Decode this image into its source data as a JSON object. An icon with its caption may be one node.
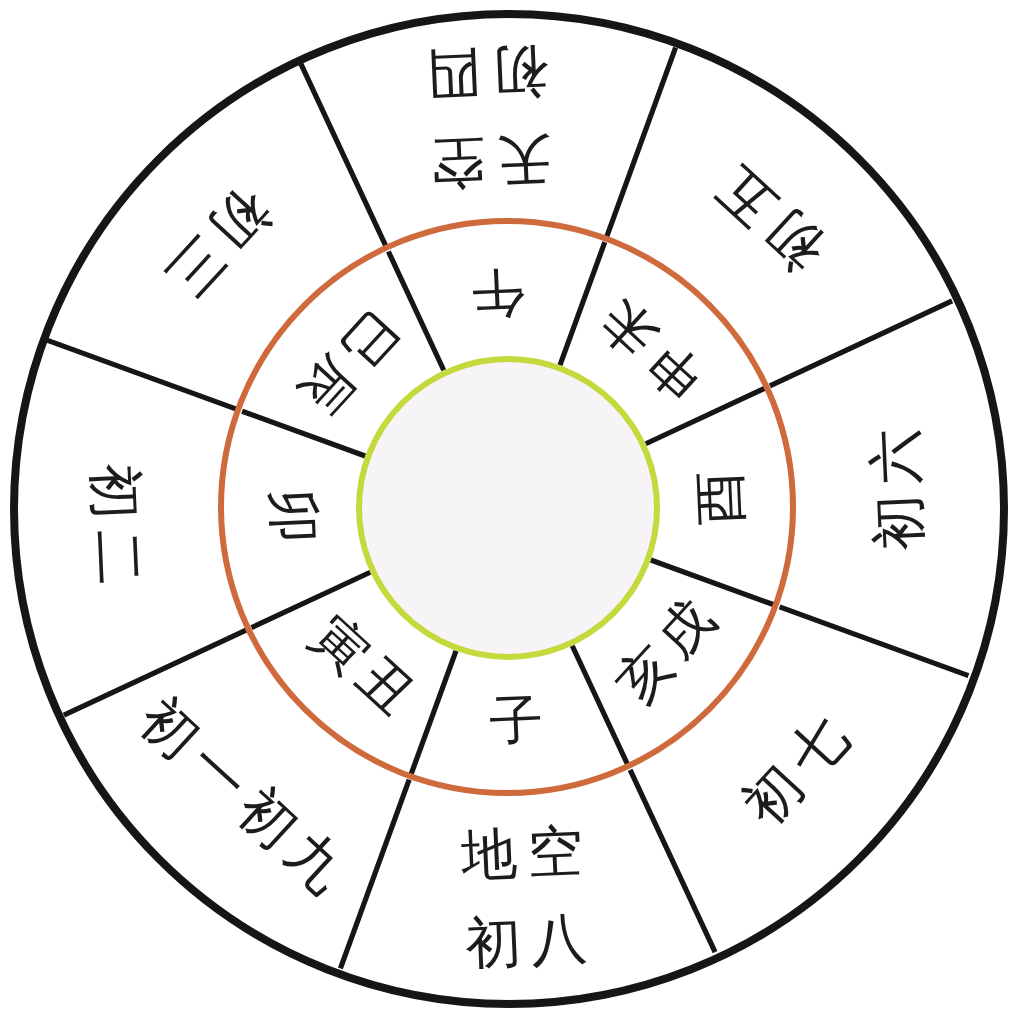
{
  "diagram": {
    "nodes": [
      {
        "text": [
          "天空",
          "初四",
          "初五",
          "初六",
          "初七",
          "地空",
          "初八",
          "初一初九",
          "初二",
          "初三"
        ]
      },
      {
        "text": [
          "午",
          "申未",
          "酉",
          "亥戌",
          "子",
          "寅丑",
          "卯",
          "巳辰"
        ],
        "in": 0
      },
      {
        "text": [],
        "shape": "circle",
        "in": 1
      }
    ]
  }
}
